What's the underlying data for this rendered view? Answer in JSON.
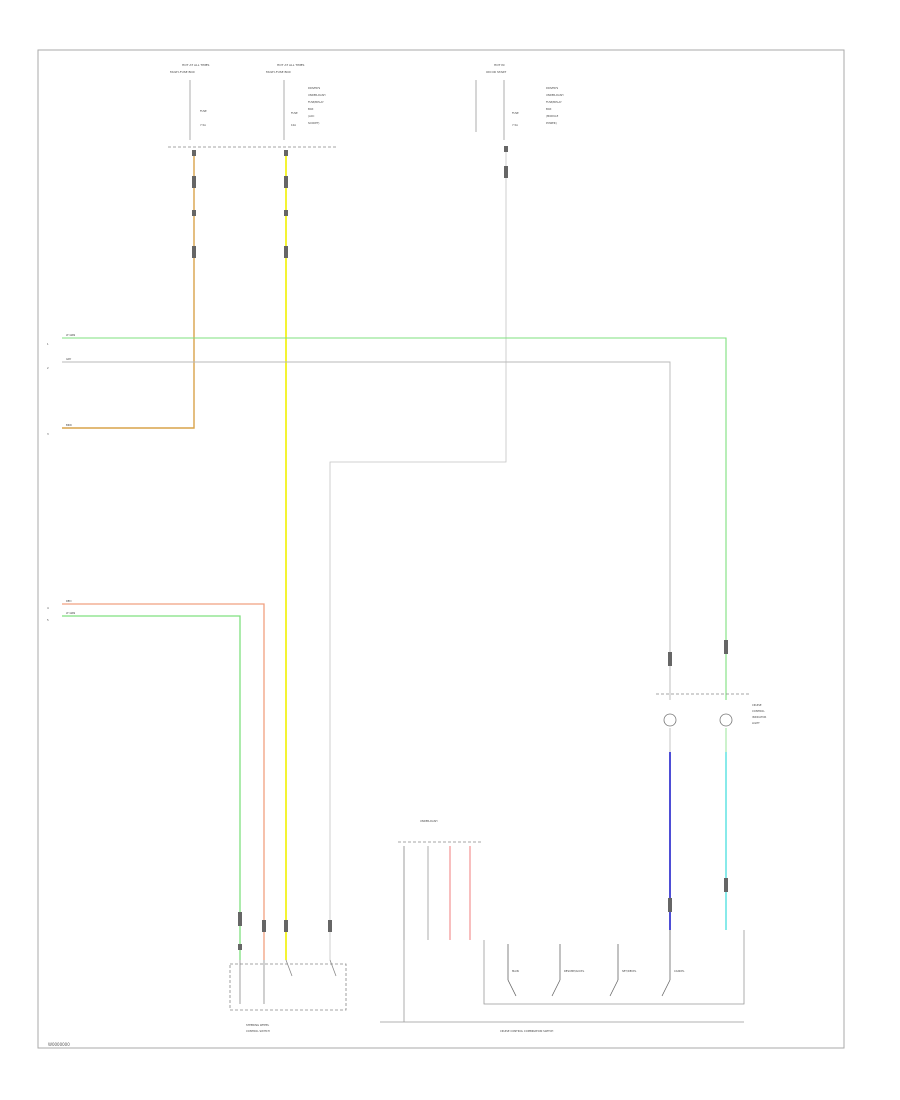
{
  "footer_code": "W0000000",
  "top_sources": {
    "left_header": "HOT AT ALL TIMES",
    "left_sub": "MULTI-FUSE BOX",
    "mid_header": "HOT AT ALL TIMES",
    "mid_sub": "MULTI-FUSE BOX",
    "mid_notes": [
      "DRIVER'S",
      "UNDER-DASH",
      "FUSE/RELAY",
      "BOX",
      "(ACC",
      "SOCKET)"
    ],
    "right_header": "HOT IN",
    "right_sub": "ON OR START",
    "right_notes": [
      "DRIVER'S",
      "UNDER-DASH",
      "FUSE/RELAY",
      "BOX",
      "(MODULE",
      "POWER)"
    ],
    "left_fuse": [
      "FUSE",
      "7.5A"
    ],
    "mid_fuse": [
      "FUSE",
      "10A"
    ],
    "right_fuse": [
      "FUSE",
      "7.5A"
    ]
  },
  "side_wires": [
    "LT GRN",
    "GRY",
    "BRN",
    "RED",
    "LT GRN"
  ],
  "side_pins": [
    "1",
    "2",
    "3",
    "4",
    "5"
  ],
  "illumination": {
    "title": [
      "CRUISE",
      "CONTROL",
      "INDICATOR",
      "LIGHT"
    ]
  },
  "connector_top": "UNDER-DASH",
  "bottom_left_label": [
    "STEERING WHEEL",
    "CONTROL SWITCH"
  ],
  "bottom_right_label": "CRUISE CONTROL COMBINATION SWITCH",
  "switches": [
    "MAIN",
    "RESUME/ACCEL",
    "SET/DECEL",
    "CANCEL"
  ],
  "colors": {
    "orange": "#d9a34a",
    "yellow": "#f2f200",
    "green": "#7fe07f",
    "gray": "#b8b8b8",
    "salmon": "#f0a080",
    "blue": "#2222cc",
    "cyan": "#55e0e0",
    "pink": "#f07070"
  }
}
